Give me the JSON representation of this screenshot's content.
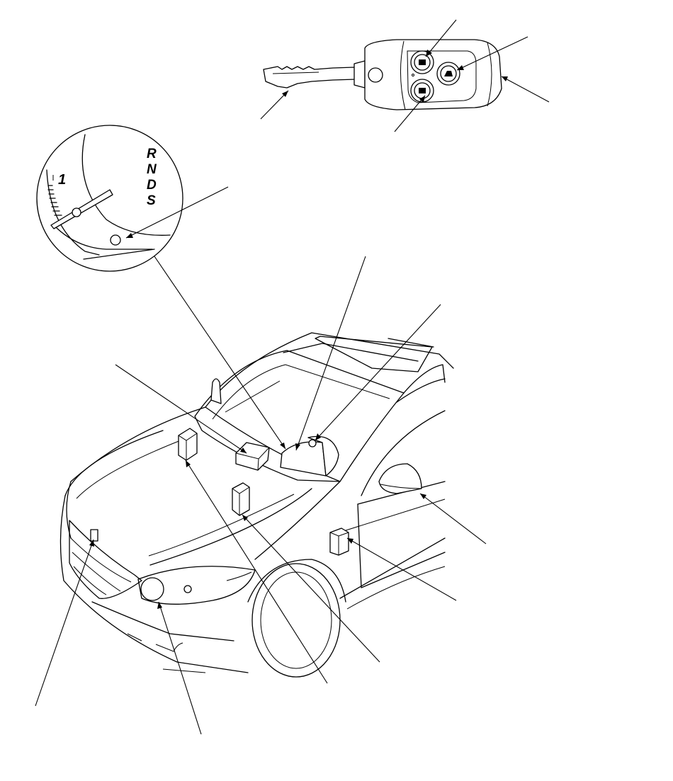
{
  "gauge": {
    "gear_positions": [
      "R",
      "N",
      "D",
      "S"
    ],
    "tick_number": "1"
  },
  "icons": {
    "lock_button": "lock-icon",
    "unlock_button": "unlock-icon",
    "trunk_button": "trunk-release-icon",
    "key_blade": "key-blade-icon"
  }
}
